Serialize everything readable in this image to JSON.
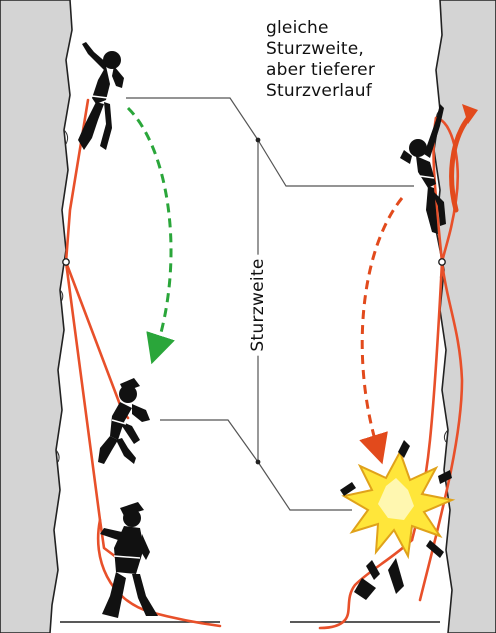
{
  "annotation": {
    "lines": [
      "gleiche",
      "Sturzweite,",
      "aber tieferer",
      "Sturzverlauf"
    ]
  },
  "measure_label": "Sturzweite",
  "colors": {
    "rock": "#d4d4d4",
    "rock_edge": "#222222",
    "rope": "#e8502a",
    "arrow_green": "#2aa63a",
    "arrow_red": "#e24a1c",
    "impact": "#ffe63a",
    "impact_edge": "#e0a21a",
    "climber": "#111111"
  },
  "icons": {
    "left_top": "climber-silhouette",
    "left_middle": "falling-climber-silhouette",
    "left_bottom": "belayer-silhouette",
    "right_top": "climber-silhouette",
    "right_bottom": "impact-burst-icon",
    "dashed_arrows": "fall-arrow-icon"
  }
}
